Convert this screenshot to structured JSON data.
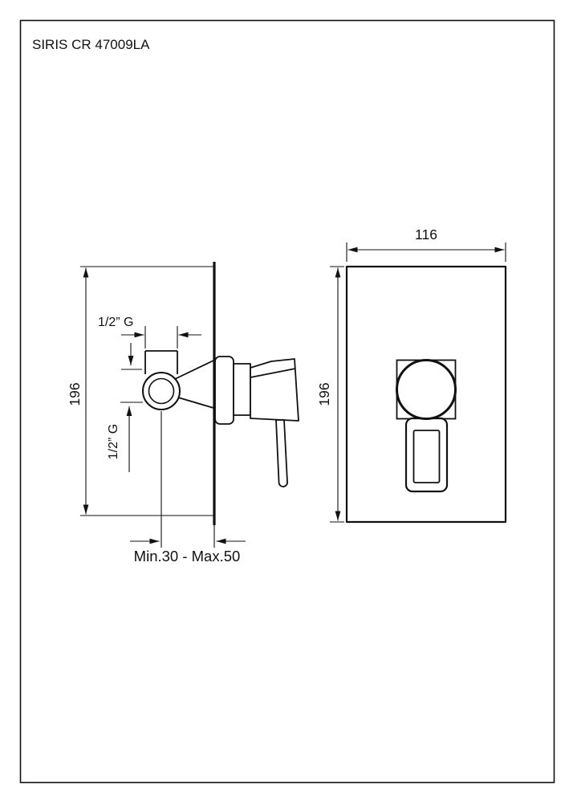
{
  "title": "SIRIS CR 47009LA",
  "accent_color": "#111111",
  "side_view": {
    "height_dim": "196",
    "top_inlet_label": "1/2” G",
    "side_inlet_label": "1/2” G",
    "depth_dim": "Min.30 - Max.50"
  },
  "front_view": {
    "width_dim": "116",
    "height_dim": "196"
  }
}
